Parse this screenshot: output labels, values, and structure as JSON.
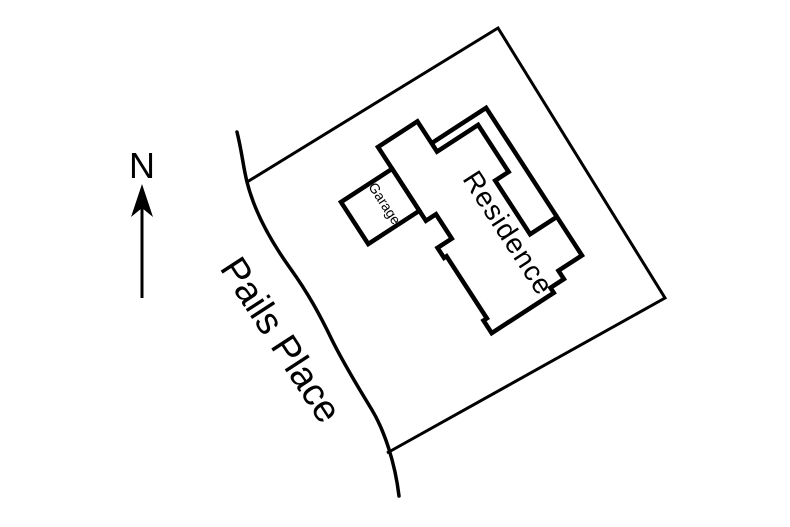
{
  "diagram": {
    "type": "site-plan",
    "north_label": "N",
    "street_label": "Pails Place",
    "buildings": {
      "residence_label": "Residence",
      "garage_label": "Garage"
    }
  },
  "colors": {
    "line": "#000000",
    "background": "#ffffff"
  }
}
